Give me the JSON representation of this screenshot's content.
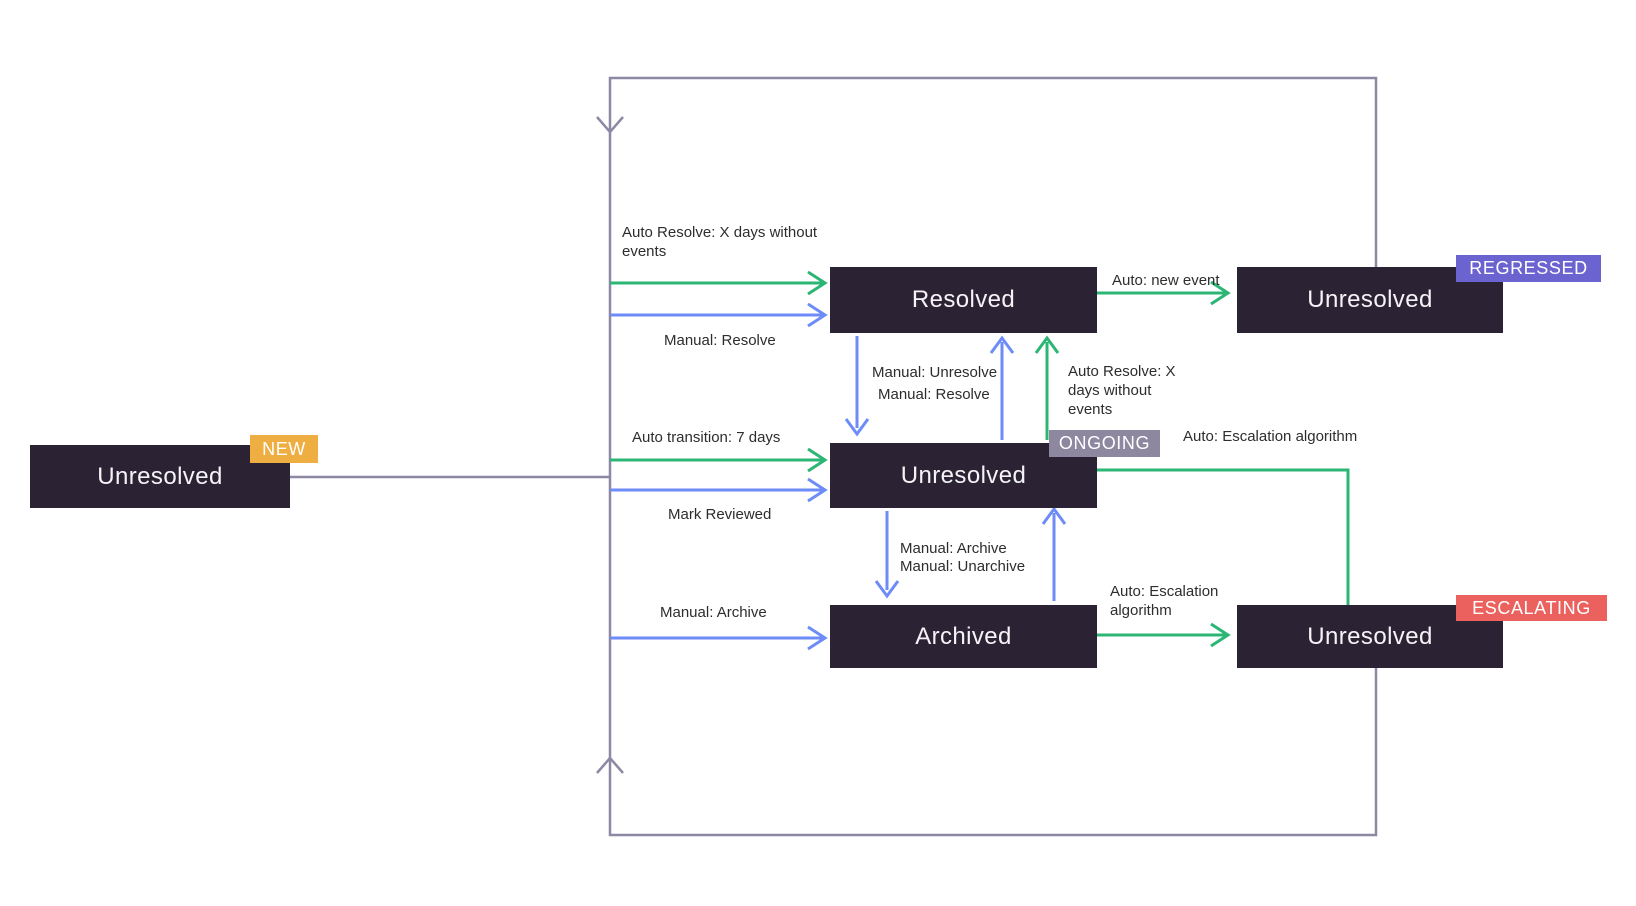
{
  "nodes": {
    "new": {
      "label": "Unresolved",
      "badge": "NEW"
    },
    "resolved": {
      "label": "Resolved"
    },
    "ongoing": {
      "label": "Unresolved",
      "badge": "ONGOING"
    },
    "archived": {
      "label": "Archived"
    },
    "regressed": {
      "label": "Unresolved",
      "badge": "REGRESSED"
    },
    "escalating": {
      "label": "Unresolved",
      "badge": "ESCALATING"
    }
  },
  "edge_labels": {
    "auto_resolve_new_to_resolved": "Auto Resolve: X days without events",
    "manual_resolve_new_to_resolved": "Manual: Resolve",
    "auto_transition_new_to_ongoing": "Auto transition: 7 days",
    "mark_reviewed_new_to_ongoing": "Mark Reviewed",
    "manual_archive_new_to_archived": "Manual: Archive",
    "manual_unresolve_resolved_to_ongoing": "Manual: Unresolve",
    "manual_resolve_ongoing_to_resolved": "Manual: Resolve",
    "auto_resolve_ongoing_to_resolved": "Auto Resolve: X days without events",
    "auto_new_event_resolved_to_regressed": "Auto: new event",
    "auto_escalation_ongoing_to_escalating": "Auto: Escalation algorithm",
    "manual_archive_ongoing_to_archived": "Manual: Archive",
    "manual_unarchive_archived_to_ongoing": "Manual: Unarchive",
    "auto_escalation_archived_to_escalating": "Auto: Escalation algorithm"
  },
  "colors": {
    "background": "#FFFFFF",
    "node_bg": "#2B2334",
    "node_text": "#F5F3F7",
    "auto_edge_green": "#2BB673",
    "manual_edge_blue": "#6D8CF7",
    "loop_edge_purple": "#8F88A5",
    "label_text": "#2D2D2D",
    "badge_new": "#EFAE41",
    "badge_ongoing": "#8D87A0",
    "badge_regressed": "#6B63CF",
    "badge_escalating": "#EB615E"
  }
}
